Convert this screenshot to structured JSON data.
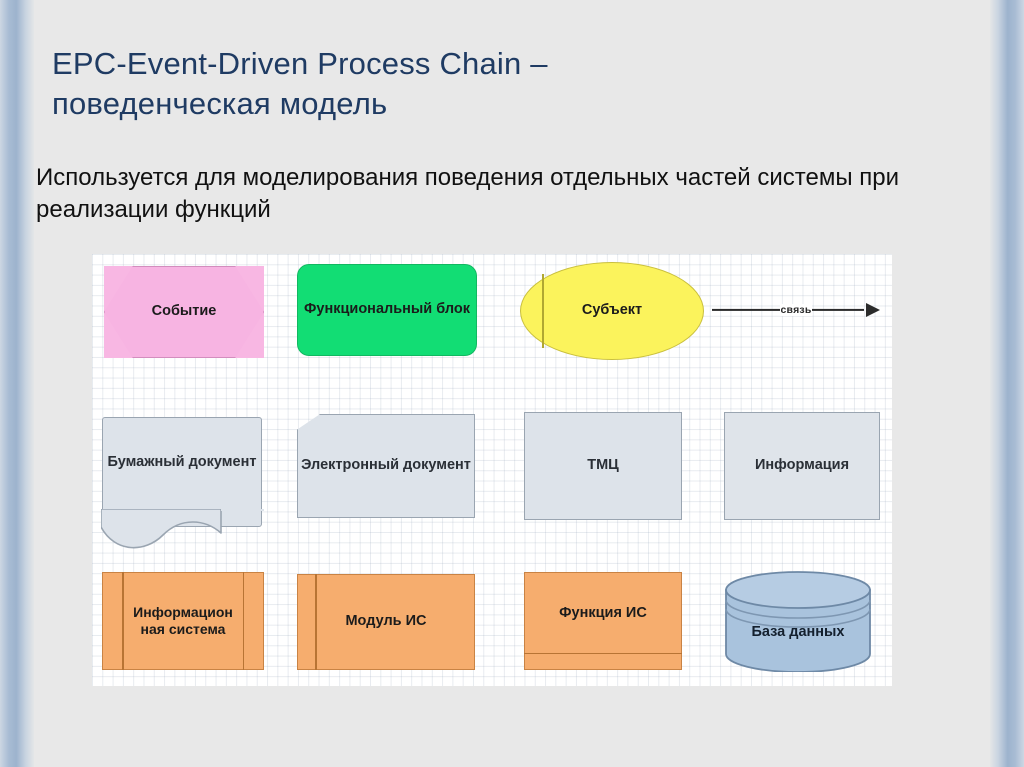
{
  "slide": {
    "title": "EPC-Event-Driven Process Chain – поведенческая модель",
    "subtitle": "Используется для моделирования поведения отдельных частей системы при реализации функций",
    "title_color": "#1f3b63",
    "subtitle_color": "#111111",
    "background_color": "#e8e8e8",
    "edge_band_color": "#9db3cd"
  },
  "diagram": {
    "background_color": "#ffffff",
    "grid": "on",
    "rows": [
      {
        "row": 1,
        "nodes": [
          {
            "id": "event",
            "label": "Событие",
            "shape": "hexagon",
            "fill": "#f7b4e2",
            "stroke": "#d38dbe"
          },
          {
            "id": "func",
            "label": "Функциональный блок",
            "shape": "rounded-rect",
            "fill": "#12dd74",
            "stroke": "#12b861"
          },
          {
            "id": "subject",
            "label": "Субъект",
            "shape": "ellipse",
            "fill": "#fbf35c",
            "stroke": "#c9bf3d"
          },
          {
            "id": "link",
            "label": "связь",
            "shape": "arrow",
            "fill": "#2b2b2b",
            "stroke": "#2b2b2b"
          }
        ]
      },
      {
        "row": 2,
        "nodes": [
          {
            "id": "paper-doc",
            "label": "Бумажный документ",
            "shape": "document-wavy",
            "fill": "#dde3ea",
            "stroke": "#9aa5b1"
          },
          {
            "id": "electronic-doc",
            "label": "Электронный документ",
            "shape": "cut-corner-rect",
            "fill": "#dde3ea",
            "stroke": "#9aa5b1"
          },
          {
            "id": "tmc",
            "label": "ТМЦ",
            "shape": "rect",
            "fill": "#dde3ea",
            "stroke": "#9aa5b1"
          },
          {
            "id": "information",
            "label": "Информация",
            "shape": "rect",
            "fill": "#dfe4ea",
            "stroke": "#9aa5b1"
          }
        ]
      },
      {
        "row": 3,
        "nodes": [
          {
            "id": "info-system",
            "label": "Информационная система",
            "shape": "node-double-bar",
            "fill": "#f6ad6e",
            "stroke": "#c98344"
          },
          {
            "id": "is-module",
            "label": "Модуль ИС",
            "shape": "node-left-bar",
            "fill": "#f6ad6e",
            "stroke": "#c98344"
          },
          {
            "id": "is-function",
            "label": "Функция ИС",
            "shape": "node-bottom-bar",
            "fill": "#f6ad6e",
            "stroke": "#c98344"
          },
          {
            "id": "database",
            "label": "База данных",
            "shape": "cylinder",
            "fill": "#a9c3dd",
            "stroke": "#6e89a6"
          }
        ]
      }
    ]
  }
}
